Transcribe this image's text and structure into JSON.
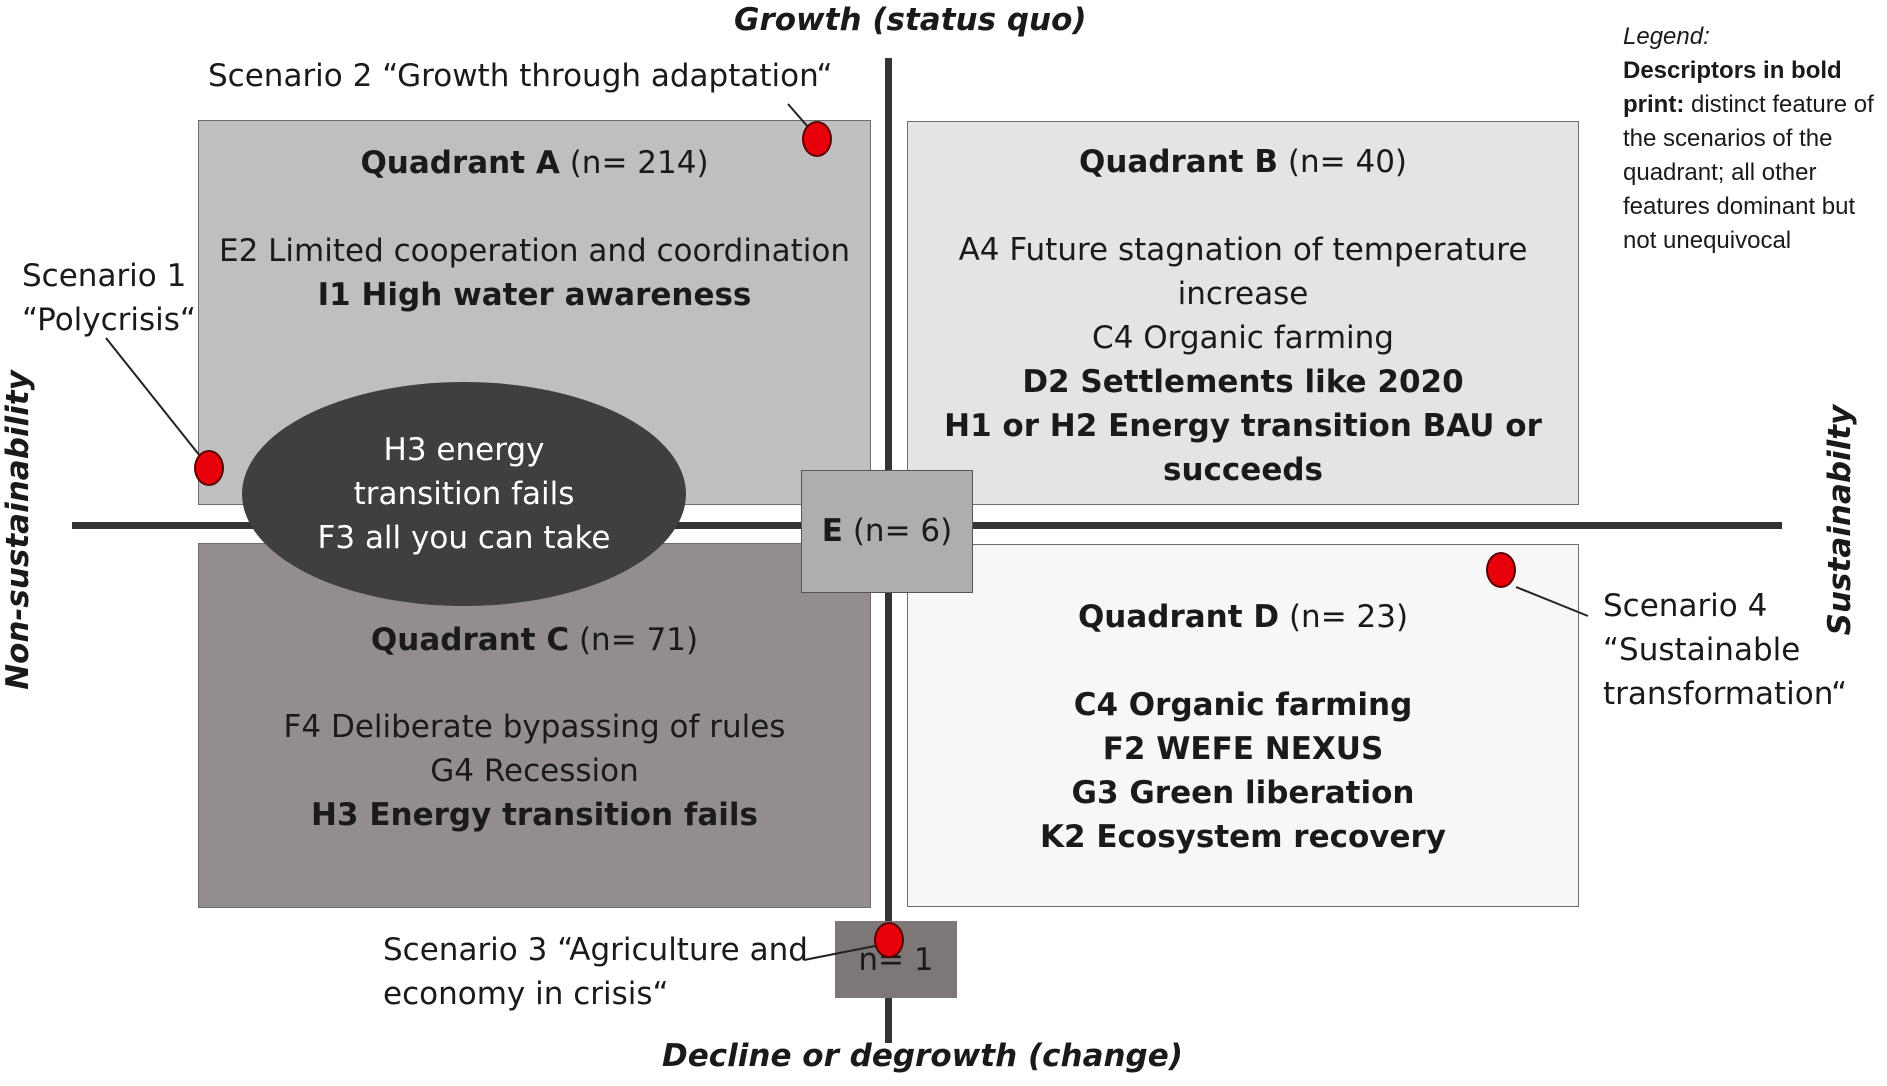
{
  "axes": {
    "top": "Growth (status quo)",
    "bottom": "Decline or degrowth (change)",
    "left": "Non-sustainability",
    "right": "Sustainabilty"
  },
  "legend": {
    "title": "Legend:",
    "bold": "Descriptors in bold print:",
    "rest": " distinct feature of the scenarios of the quadrant; all other features dominant but not unequivocal"
  },
  "quadrants": {
    "a": {
      "name": "Quadrant A",
      "count": " (n= 214)",
      "lines": [
        {
          "text": "E2 Limited cooperation and coordination",
          "bold": false
        },
        {
          "text": "I1 High water awareness",
          "bold": true
        }
      ]
    },
    "b": {
      "name": "Quadrant B",
      "count": " (n= 40)",
      "lines": [
        {
          "text": "A4 Future stagnation of temperature",
          "bold": false
        },
        {
          "text": "increase",
          "bold": false
        },
        {
          "text": "C4 Organic farming",
          "bold": false
        },
        {
          "text": "D2 Settlements like 2020",
          "bold": true
        },
        {
          "text": "H1 or H2 Energy transition BAU or",
          "bold": true
        },
        {
          "text": "succeeds",
          "bold": true
        }
      ]
    },
    "c": {
      "name": "Quadrant C",
      "count": " (n= 71)",
      "lines": [
        {
          "text": "F4 Deliberate bypassing of rules",
          "bold": false
        },
        {
          "text": "G4 Recession",
          "bold": false
        },
        {
          "text": "H3 Energy transition fails",
          "bold": true
        }
      ]
    },
    "d": {
      "name": "Quadrant D",
      "count": " (n= 23)",
      "lines": [
        {
          "text": "C4 Organic farming",
          "bold": true
        },
        {
          "text": "F2 WEFE NEXUS",
          "bold": true
        },
        {
          "text": "G3 Green liberation",
          "bold": true
        },
        {
          "text": "K2 Ecosystem recovery",
          "bold": true
        }
      ]
    }
  },
  "center": {
    "name": "E",
    "count": " (n= 6)"
  },
  "bottom_box": {
    "text": "n= 1"
  },
  "ellipse": {
    "lines": [
      "H3 energy",
      "transition fails",
      "F3 all you can take"
    ]
  },
  "scenarios": {
    "s1": [
      "Scenario 1",
      "“Polycrisis“"
    ],
    "s2": [
      "Scenario 2 “Growth through adaptation“"
    ],
    "s3": [
      "Scenario 3 “Agriculture and",
      "economy in crisis“"
    ],
    "s4": [
      "Scenario 4",
      "“Sustainable",
      "transformation“"
    ]
  },
  "colors": {
    "quadrant_a": "#c0bfc0",
    "quadrant_b": "#e4e4e4",
    "quadrant_c": "#938d8d",
    "quadrant_d": "#f7f7f7",
    "center_box": "#aeaeae",
    "bottom_box": "#7d7777",
    "ellipse": "#3f3f3f",
    "scenario_dot": "#e8000b"
  }
}
